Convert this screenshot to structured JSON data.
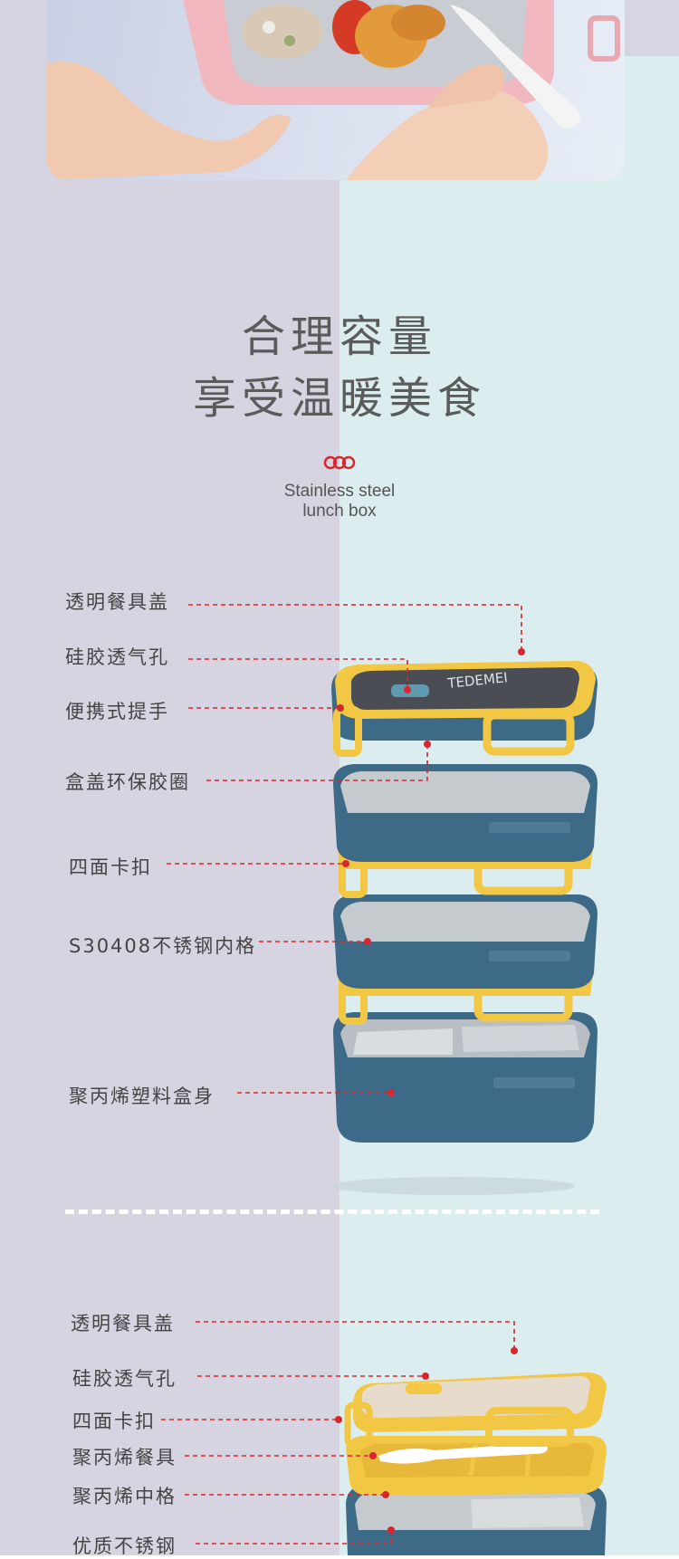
{
  "headline": {
    "line1": "合理容量",
    "line2": "享受温暖美食"
  },
  "caption": {
    "line1": "Stainless steel",
    "line2": "lunch box"
  },
  "product_brand": "TEDEMEI",
  "diagram1": {
    "labels": [
      "透明餐具盖",
      "硅胶透气孔",
      "便携式提手",
      "盒盖环保胶圈",
      "四面卡扣",
      "S30408不锈钢内格",
      "聚丙烯塑料盒身"
    ]
  },
  "diagram2": {
    "labels": [
      "透明餐具盖",
      "硅胶透气孔",
      "四面卡扣",
      "聚丙烯餐具",
      "聚丙烯中格",
      "优质不锈钢"
    ]
  },
  "colors": {
    "accent_red": "#d8262e",
    "lid_yellow": "#f2c744",
    "box_blue": "#3d6a86",
    "left_bg": "#d6d4e0",
    "right_bg": "#dcedef"
  }
}
